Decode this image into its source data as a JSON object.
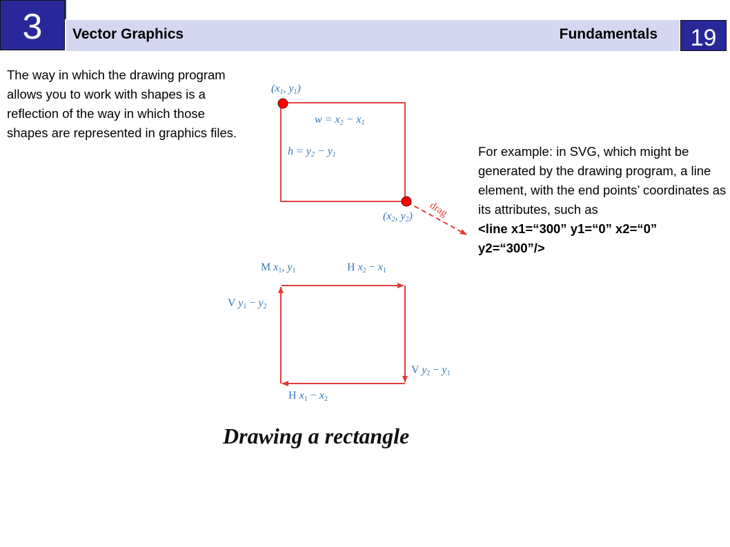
{
  "header": {
    "chapter_number": "3",
    "title_left": "Vector Graphics",
    "title_right": "Fundamentals",
    "page_number": "19",
    "colors": {
      "box": "#29289a",
      "band": "#d5d6f1"
    }
  },
  "left_paragraph": "The way in which the drawing program allows you to work with shapes is a reflection of the way in which those shapes are represented in graphics files.",
  "right_paragraph": {
    "text": "For example: in SVG, which might be generated by the drawing program, a line element, with the end points’  coordinates as its attributes, such as",
    "code": "<line x1=“300” y1=“0” x2=“0” y2=“300”/>"
  },
  "figure_top": {
    "point1_label": "(x1, y1)",
    "point2_label": "(x2, y2)",
    "width_eq": "w = x2 − x1",
    "height_eq": "h = y2 − y1",
    "drag_label": "drag",
    "stroke_color": "#e03c3c",
    "handle_color": "#ff0000"
  },
  "figure_bottom": {
    "move_label": "M x1, y1",
    "h1_label": "H x2 − x1",
    "v1_label": "V y2 − y1",
    "h2_label": "H x1 − x2",
    "v2_label": "V y1 − y2"
  },
  "caption": "Drawing a rectangle"
}
